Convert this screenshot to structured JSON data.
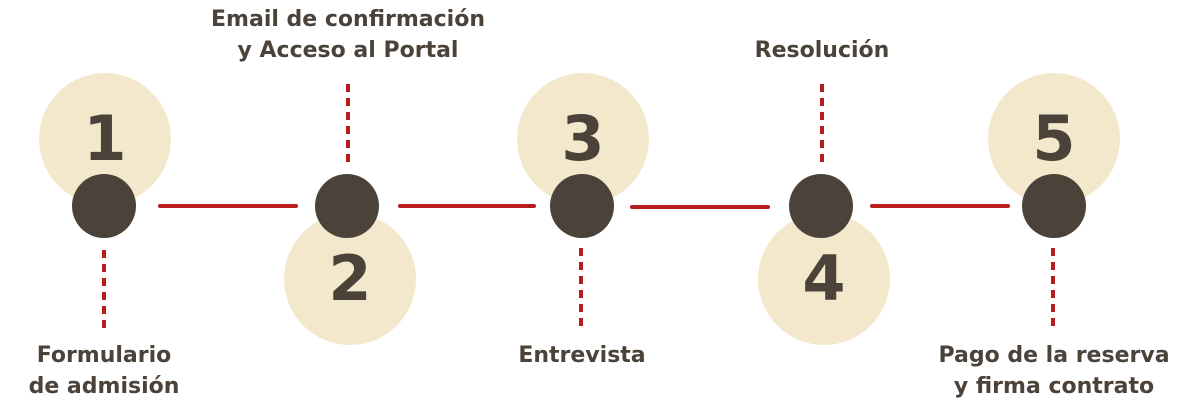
{
  "steps": [
    {
      "number": "1",
      "label_line1": "Formulario",
      "label_line2": "de admisión"
    },
    {
      "number": "2",
      "label_line1": "Email de confirmación",
      "label_line2": "y Acceso al Portal"
    },
    {
      "number": "3",
      "label_line1": "Entrevista",
      "label_line2": ""
    },
    {
      "number": "4",
      "label_line1": "Resolución",
      "label_line2": ""
    },
    {
      "number": "5",
      "label_line1": "Pago de la reserva",
      "label_line2": "y firma contrato"
    }
  ],
  "colors": {
    "node": "#4b423a",
    "number_circle": "#f3e8cb",
    "connector": "#b81d1d",
    "text": "#4b423a"
  }
}
